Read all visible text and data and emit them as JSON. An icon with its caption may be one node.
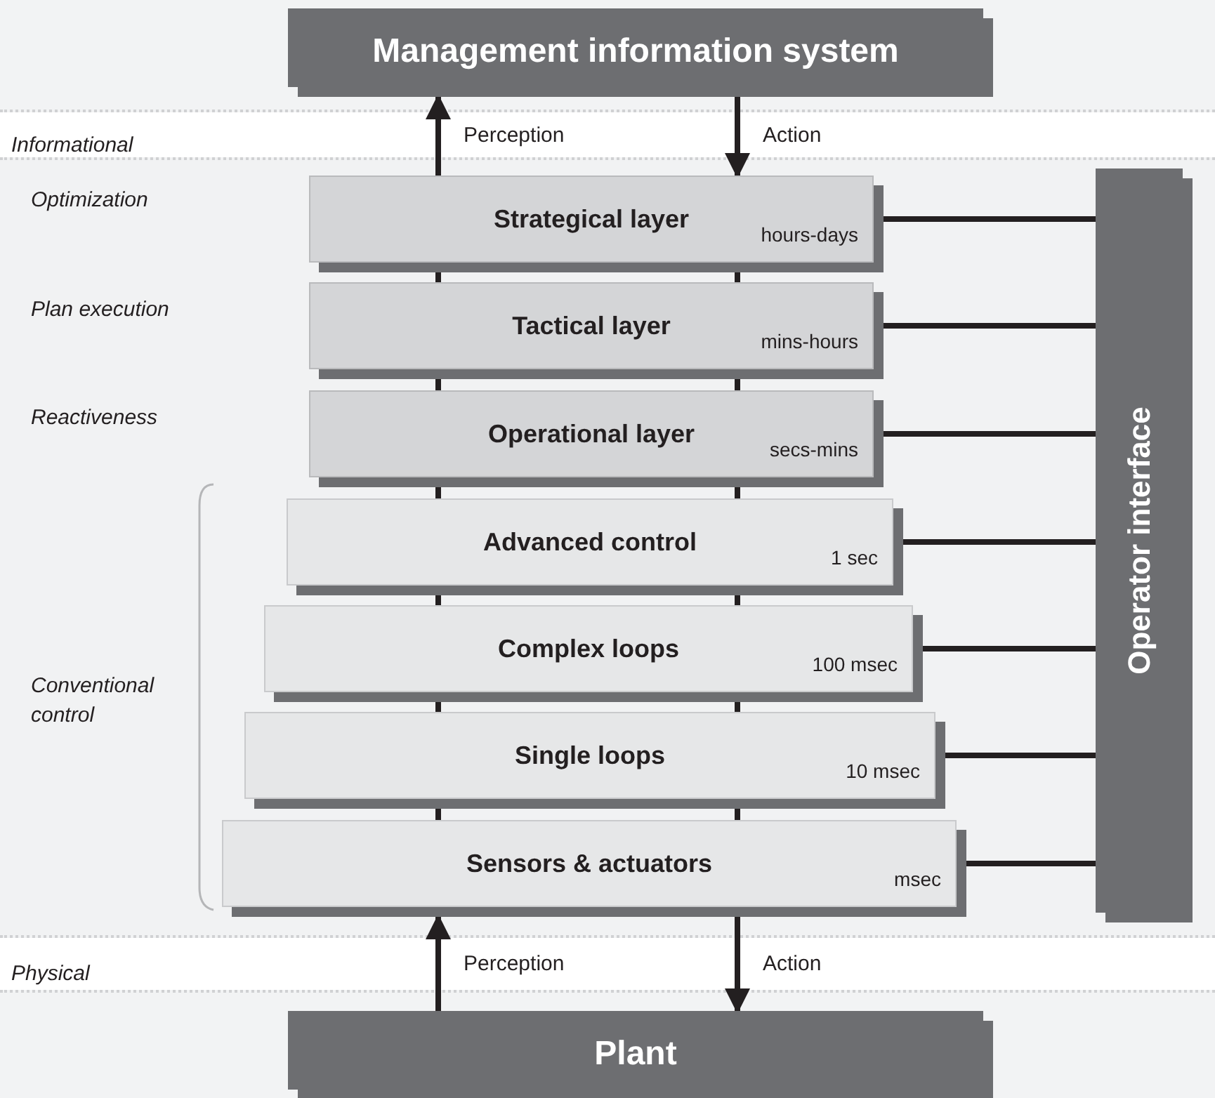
{
  "diagram": {
    "nodes": [
      {
        "text": [
          "Management information system"
        ]
      },
      {
        "text": [
          "Strategical layer",
          "hours-days"
        ]
      },
      {
        "text": [
          "Tactical layer",
          "mins-hours"
        ]
      },
      {
        "text": [
          "Operational layer",
          "secs-mins"
        ]
      },
      {
        "text": [
          "Advanced control",
          "1 sec"
        ]
      },
      {
        "text": [
          "Complex loops",
          "100 msec"
        ]
      },
      {
        "text": [
          "Single loops",
          "10 msec"
        ]
      },
      {
        "text": [
          "Sensors & actuators",
          "msec"
        ]
      },
      {
        "text": [
          "Operator interface"
        ]
      },
      {
        "text": [
          "Plant"
        ]
      }
    ],
    "edges": [
      {
        "from": 1,
        "to": 0,
        "arrow": "to",
        "label": "Perception"
      },
      {
        "from": 0,
        "to": 1,
        "arrow": "to",
        "label": "Action"
      },
      {
        "from": 1,
        "to": 2,
        "arrow": "none"
      },
      {
        "from": 1,
        "to": 2,
        "arrow": "none"
      },
      {
        "from": 2,
        "to": 3,
        "arrow": "none"
      },
      {
        "from": 2,
        "to": 3,
        "arrow": "none"
      },
      {
        "from": 3,
        "to": 4,
        "arrow": "none"
      },
      {
        "from": 3,
        "to": 4,
        "arrow": "none"
      },
      {
        "from": 4,
        "to": 5,
        "arrow": "none"
      },
      {
        "from": 4,
        "to": 5,
        "arrow": "none"
      },
      {
        "from": 5,
        "to": 6,
        "arrow": "none"
      },
      {
        "from": 5,
        "to": 6,
        "arrow": "none"
      },
      {
        "from": 6,
        "to": 7,
        "arrow": "none"
      },
      {
        "from": 6,
        "to": 7,
        "arrow": "none"
      },
      {
        "from": 9,
        "to": 7,
        "arrow": "to",
        "label": "Perception"
      },
      {
        "from": 7,
        "to": 9,
        "arrow": "to",
        "label": "Action"
      },
      {
        "from": 1,
        "to": 8,
        "arrow": "none"
      },
      {
        "from": 2,
        "to": 8,
        "arrow": "none"
      },
      {
        "from": 3,
        "to": 8,
        "arrow": "none"
      },
      {
        "from": 4,
        "to": 8,
        "arrow": "none"
      },
      {
        "from": 5,
        "to": 8,
        "arrow": "none"
      },
      {
        "from": 6,
        "to": 8,
        "arrow": "none"
      },
      {
        "from": 7,
        "to": 8,
        "arrow": "none"
      }
    ],
    "labels": [
      "Informational",
      "Optimization",
      "Plan execution",
      "Reactiveness",
      "Conventional control",
      "Physical"
    ]
  }
}
